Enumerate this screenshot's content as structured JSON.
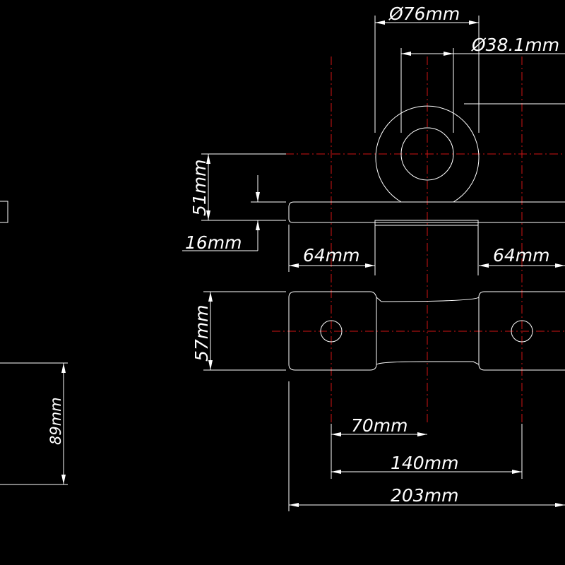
{
  "drawing": {
    "background": "#000000",
    "line_color": "#ffffff",
    "centerline_color": "#d01515",
    "dimensions": {
      "outer_diameter": "Ø76mm",
      "inner_diameter": "Ø38.1mm",
      "flange_height": "51mm",
      "plate_thickness": "16mm",
      "left_offset": "64mm",
      "right_offset": "64mm",
      "base_height": "57mm",
      "half_hole_spacing": "70mm",
      "hole_spacing": "140mm",
      "overall_length": "203mm",
      "side_height": "89mm"
    }
  }
}
